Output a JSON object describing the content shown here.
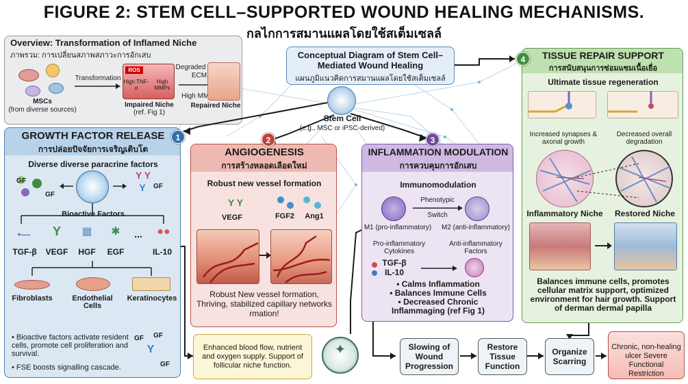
{
  "title": "FIGURE 2: STEM CELL–SUPPORTED WOUND HEALING MECHANISMS.",
  "subtitle": "กลไกการสมานแผลโดยใช้สเต็มเซลล์",
  "overview": {
    "title": "Overview: Transformation of Inflamed Niche",
    "title_th": "ภาพรวม: การเปลี่ยนสภาพสภาวะการอักเสบ",
    "mscs": "MSCs",
    "mscs_sub": "(from diverse sources)",
    "transformation": "Transformation",
    "ros": "ROS",
    "high_tnf": "High TNF-α",
    "high_mmps_small": "High MMPs",
    "impaired": "Impaired Niche",
    "impaired_ref": "(ref. Fig 1)",
    "degraded_ecm": "Degraded ECM",
    "ecm": "ECM",
    "high_mmps": "High MMPs",
    "repaired": "Repaired Niche"
  },
  "concept": {
    "title": "Conceptual Diagram of Stem Cell–Mediated Wound Healing",
    "title_th": "แผนภูมิแนวคิดการสมานแผลโดยใช้สเต็มเซลล์",
    "stem_cell": "Stem Cell",
    "stem_cell_sub": "(e.g., MSC or iPSC-derived)"
  },
  "gf": {
    "num": "1",
    "title": "GROWTH FACTOR RELEASE",
    "title_th": "การปล่อยปัจจัยการเจริญเติบโต",
    "heading": "Diverse diverse paracrine factors",
    "gf1": "GF",
    "gf2": "GF",
    "gf3": "GF",
    "bioactive": "Bioactive Factors",
    "factors": [
      "TGF-β",
      "VEGF",
      "HGF",
      "EGF",
      "IL-10"
    ],
    "ellipsis": "...",
    "cells": [
      "Fibroblasts",
      "Endothelial Cells",
      "Keratinocytes"
    ],
    "bullets": [
      "• Bioactive factors activate resident cells, promote cell proliferation and survival.",
      "• FSE boosts signalling cascade."
    ],
    "gf4": "GF",
    "gf5": "GF",
    "gf6": "GF"
  },
  "angio": {
    "num": "2",
    "title": "ANGIOGENESIS",
    "title_th": "การสร้างหลอดเลือดใหม่",
    "heading": "Robust new vessel formation",
    "vegf": "VEGF",
    "fgf2": "FGF2",
    "ang1": "Ang1",
    "caption": "Robust New vessel formation, Thriving, stabilized capillary networks rmation!"
  },
  "inflam": {
    "num": "3",
    "title": "INFLAMMATION MODULATION",
    "title_th": "การควบคุมการอักเสบ",
    "heading": "Immunomodulation",
    "phenotypic": "Phenotypic",
    "switch": "Switch",
    "m1": "M1 (pro-inflammatory)",
    "m2": "M2 (anti-inflammatory)",
    "pro": "Pro-inflammatory Cytokines",
    "anti": "Anti-inflammatory Factors",
    "tgf": "TGF-β",
    "il10": "IL-10",
    "bullets": [
      "• Calms Inflammation",
      "• Balances Immune Cells",
      "• Decreased Chronic Inflammaging (ref Fig 1)"
    ]
  },
  "tissue": {
    "num": "4",
    "title": "TISSUE REPAIR SUPPORT",
    "title_th": "การสนับสนุนการซ่อมแซมเนื้อเยื่อ",
    "heading": "Ultimate tissue regeneration",
    "synapses": "Increased synapses & axonal growth",
    "degradation": "Decreased overall degradation",
    "inflamed": "Inflammatory Niche",
    "restored": "Restored Niche",
    "caption": "Balances immune cells, promotes cellular matrix support, optimized environment for hair growth. Support of derman dermal papilla"
  },
  "blood": "Enhanced blood flow, nutrient and oxygen supply. Support of follicular niche function.",
  "flow": [
    "Slowing of Wound Progression",
    "Restore Tissue Function",
    "Organize Scarring"
  ],
  "chronic": "Chronic, non-healing ulcer Severe Functional Restriction"
}
